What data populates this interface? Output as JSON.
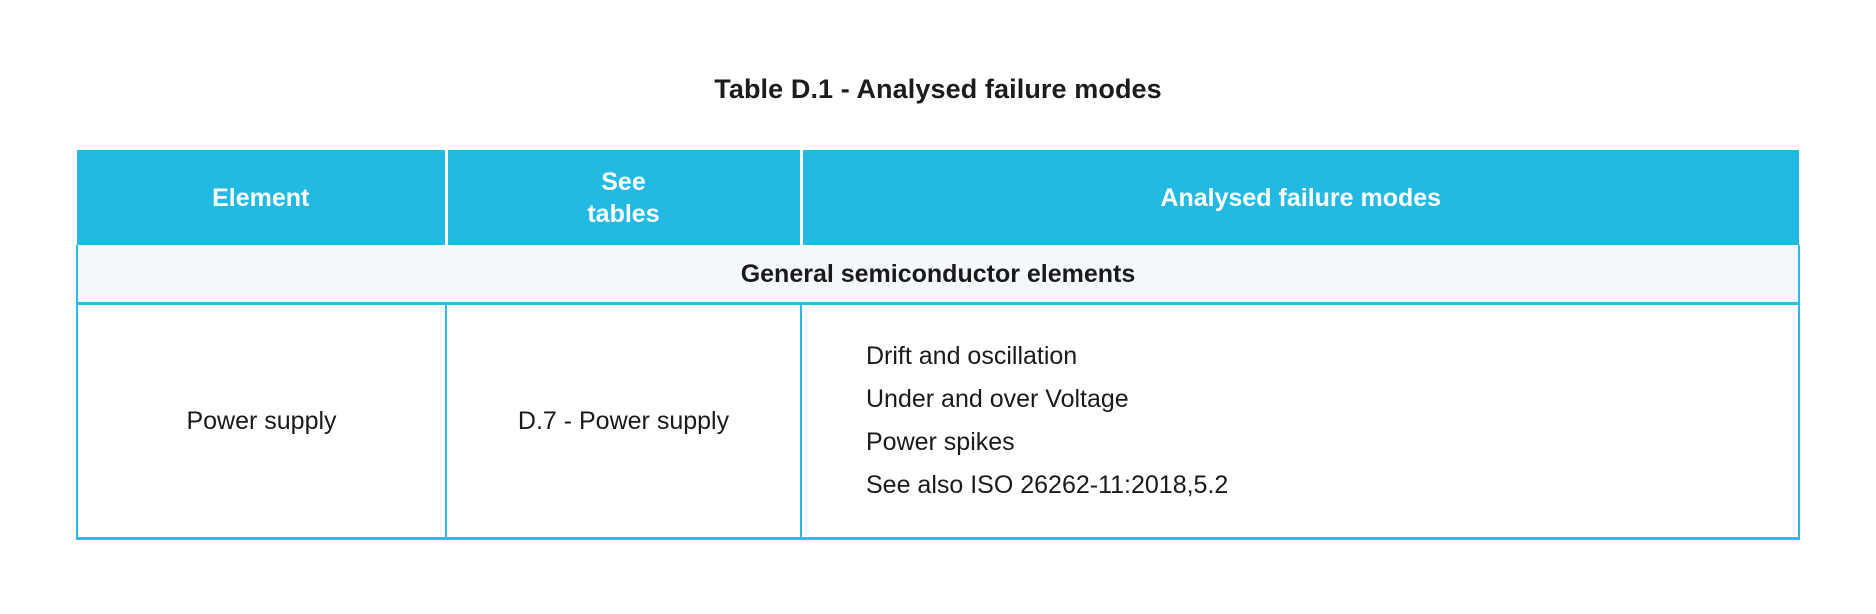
{
  "caption": "Table D.1 - Analysed failure modes",
  "colors": {
    "header_bg": "#22bae3",
    "header_text": "#ffffff",
    "border": "#2bbbe8",
    "section_bg": "#f4f8fc",
    "body_text": "#1a1a1a",
    "page_bg": "#ffffff"
  },
  "table": {
    "headers": [
      {
        "label": "Element"
      },
      {
        "label_line1": "See",
        "label_line2": "tables"
      },
      {
        "label": "Analysed failure modes"
      }
    ],
    "sections": [
      {
        "title": "General semiconductor elements",
        "rows": [
          {
            "element": "Power supply",
            "see_tables": "D.7 - Power supply",
            "failure_modes": [
              "Drift and oscillation",
              "Under and over Voltage",
              "Power spikes",
              "See also ISO 26262-11:2018,5.2"
            ]
          }
        ]
      }
    ]
  }
}
